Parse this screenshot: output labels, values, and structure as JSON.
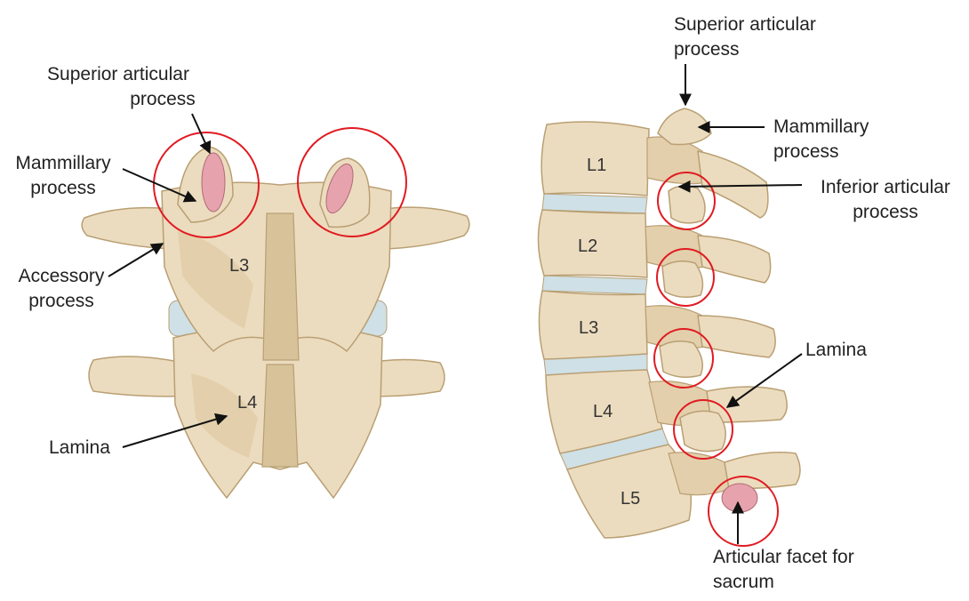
{
  "colors": {
    "bone": "#ecdcbf",
    "bone_shade": "#d7c29a",
    "bone_dark": "#b99f73",
    "disc": "#cfe0e6",
    "facet": "#e7a3ad",
    "highlight_circle": "#e01b22",
    "arrow": "#111111"
  },
  "icons": {
    "highlight": "circle",
    "pointer": "arrow"
  },
  "posterior_view": {
    "vertebrae": [
      "L3",
      "L4"
    ],
    "labels": {
      "superior_articular": [
        "Superior articular",
        "process"
      ],
      "mammillary": [
        "Mammillary",
        "process"
      ],
      "accessory": [
        "Accessory",
        "process"
      ],
      "lamina": "Lamina"
    }
  },
  "lateral_view": {
    "vertebrae": [
      "L1",
      "L2",
      "L3",
      "L4",
      "L5"
    ],
    "labels": {
      "superior_articular": [
        "Superior articular",
        "process"
      ],
      "mammillary": [
        "Mammillary",
        "process"
      ],
      "inferior_articular": [
        "Inferior articular",
        "process"
      ],
      "lamina": "Lamina",
      "sacral_facet": [
        "Articular facet for",
        "sacrum"
      ]
    }
  }
}
